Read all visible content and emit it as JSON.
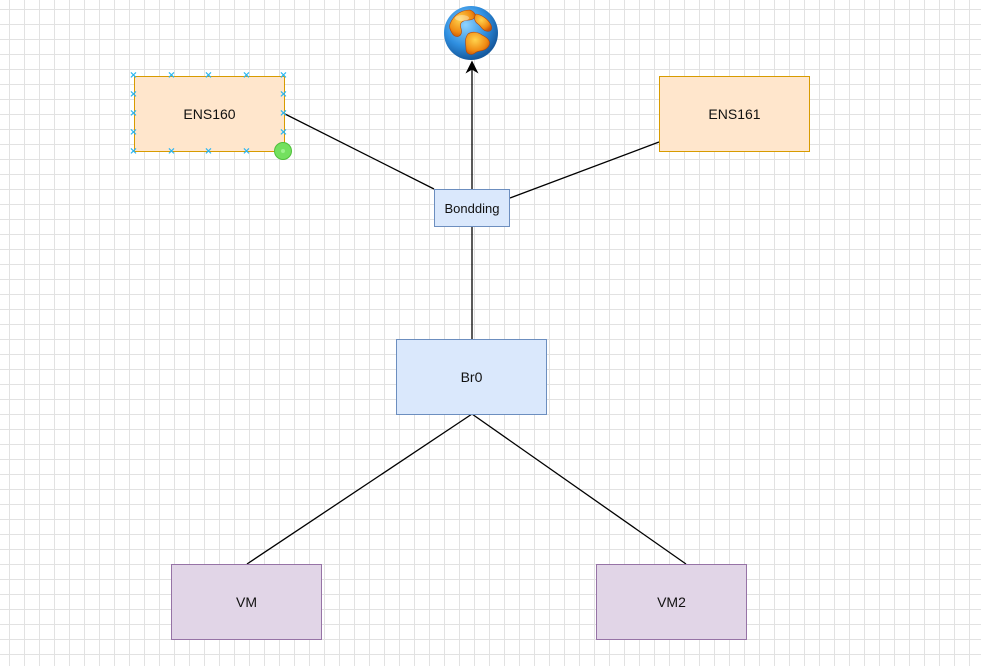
{
  "diagram": {
    "nodes": {
      "ens160": {
        "label": "ENS160",
        "fill": "#ffe6cc",
        "stroke": "#d79b00",
        "selected": true
      },
      "ens161": {
        "label": "ENS161",
        "fill": "#ffe6cc",
        "stroke": "#d79b00"
      },
      "bondding": {
        "label": "Bondding",
        "fill": "#dae8fc",
        "stroke": "#6c8ebf"
      },
      "br0": {
        "label": "Br0",
        "fill": "#dae8fc",
        "stroke": "#6c8ebf"
      },
      "vm": {
        "label": "VM",
        "fill": "#e1d5e7",
        "stroke": "#9673a6"
      },
      "vm2": {
        "label": "VM2",
        "fill": "#e1d5e7",
        "stroke": "#9673a6"
      },
      "internet": {
        "icon": "globe-icon"
      }
    },
    "edges": [
      {
        "from": "ens160",
        "to": "bondding",
        "arrow": false
      },
      {
        "from": "ens161",
        "to": "bondding",
        "arrow": false
      },
      {
        "from": "bondding",
        "to": "internet",
        "arrow": true
      },
      {
        "from": "br0",
        "to": "bondding",
        "arrow": false
      },
      {
        "from": "vm",
        "to": "br0",
        "arrow": false
      },
      {
        "from": "vm2",
        "to": "br0",
        "arrow": false
      }
    ],
    "colors": {
      "edge": "#000000",
      "grid": "#e2e2e2",
      "selection_handle": "#29b6f2",
      "resize_handle": "#74e05f"
    }
  }
}
